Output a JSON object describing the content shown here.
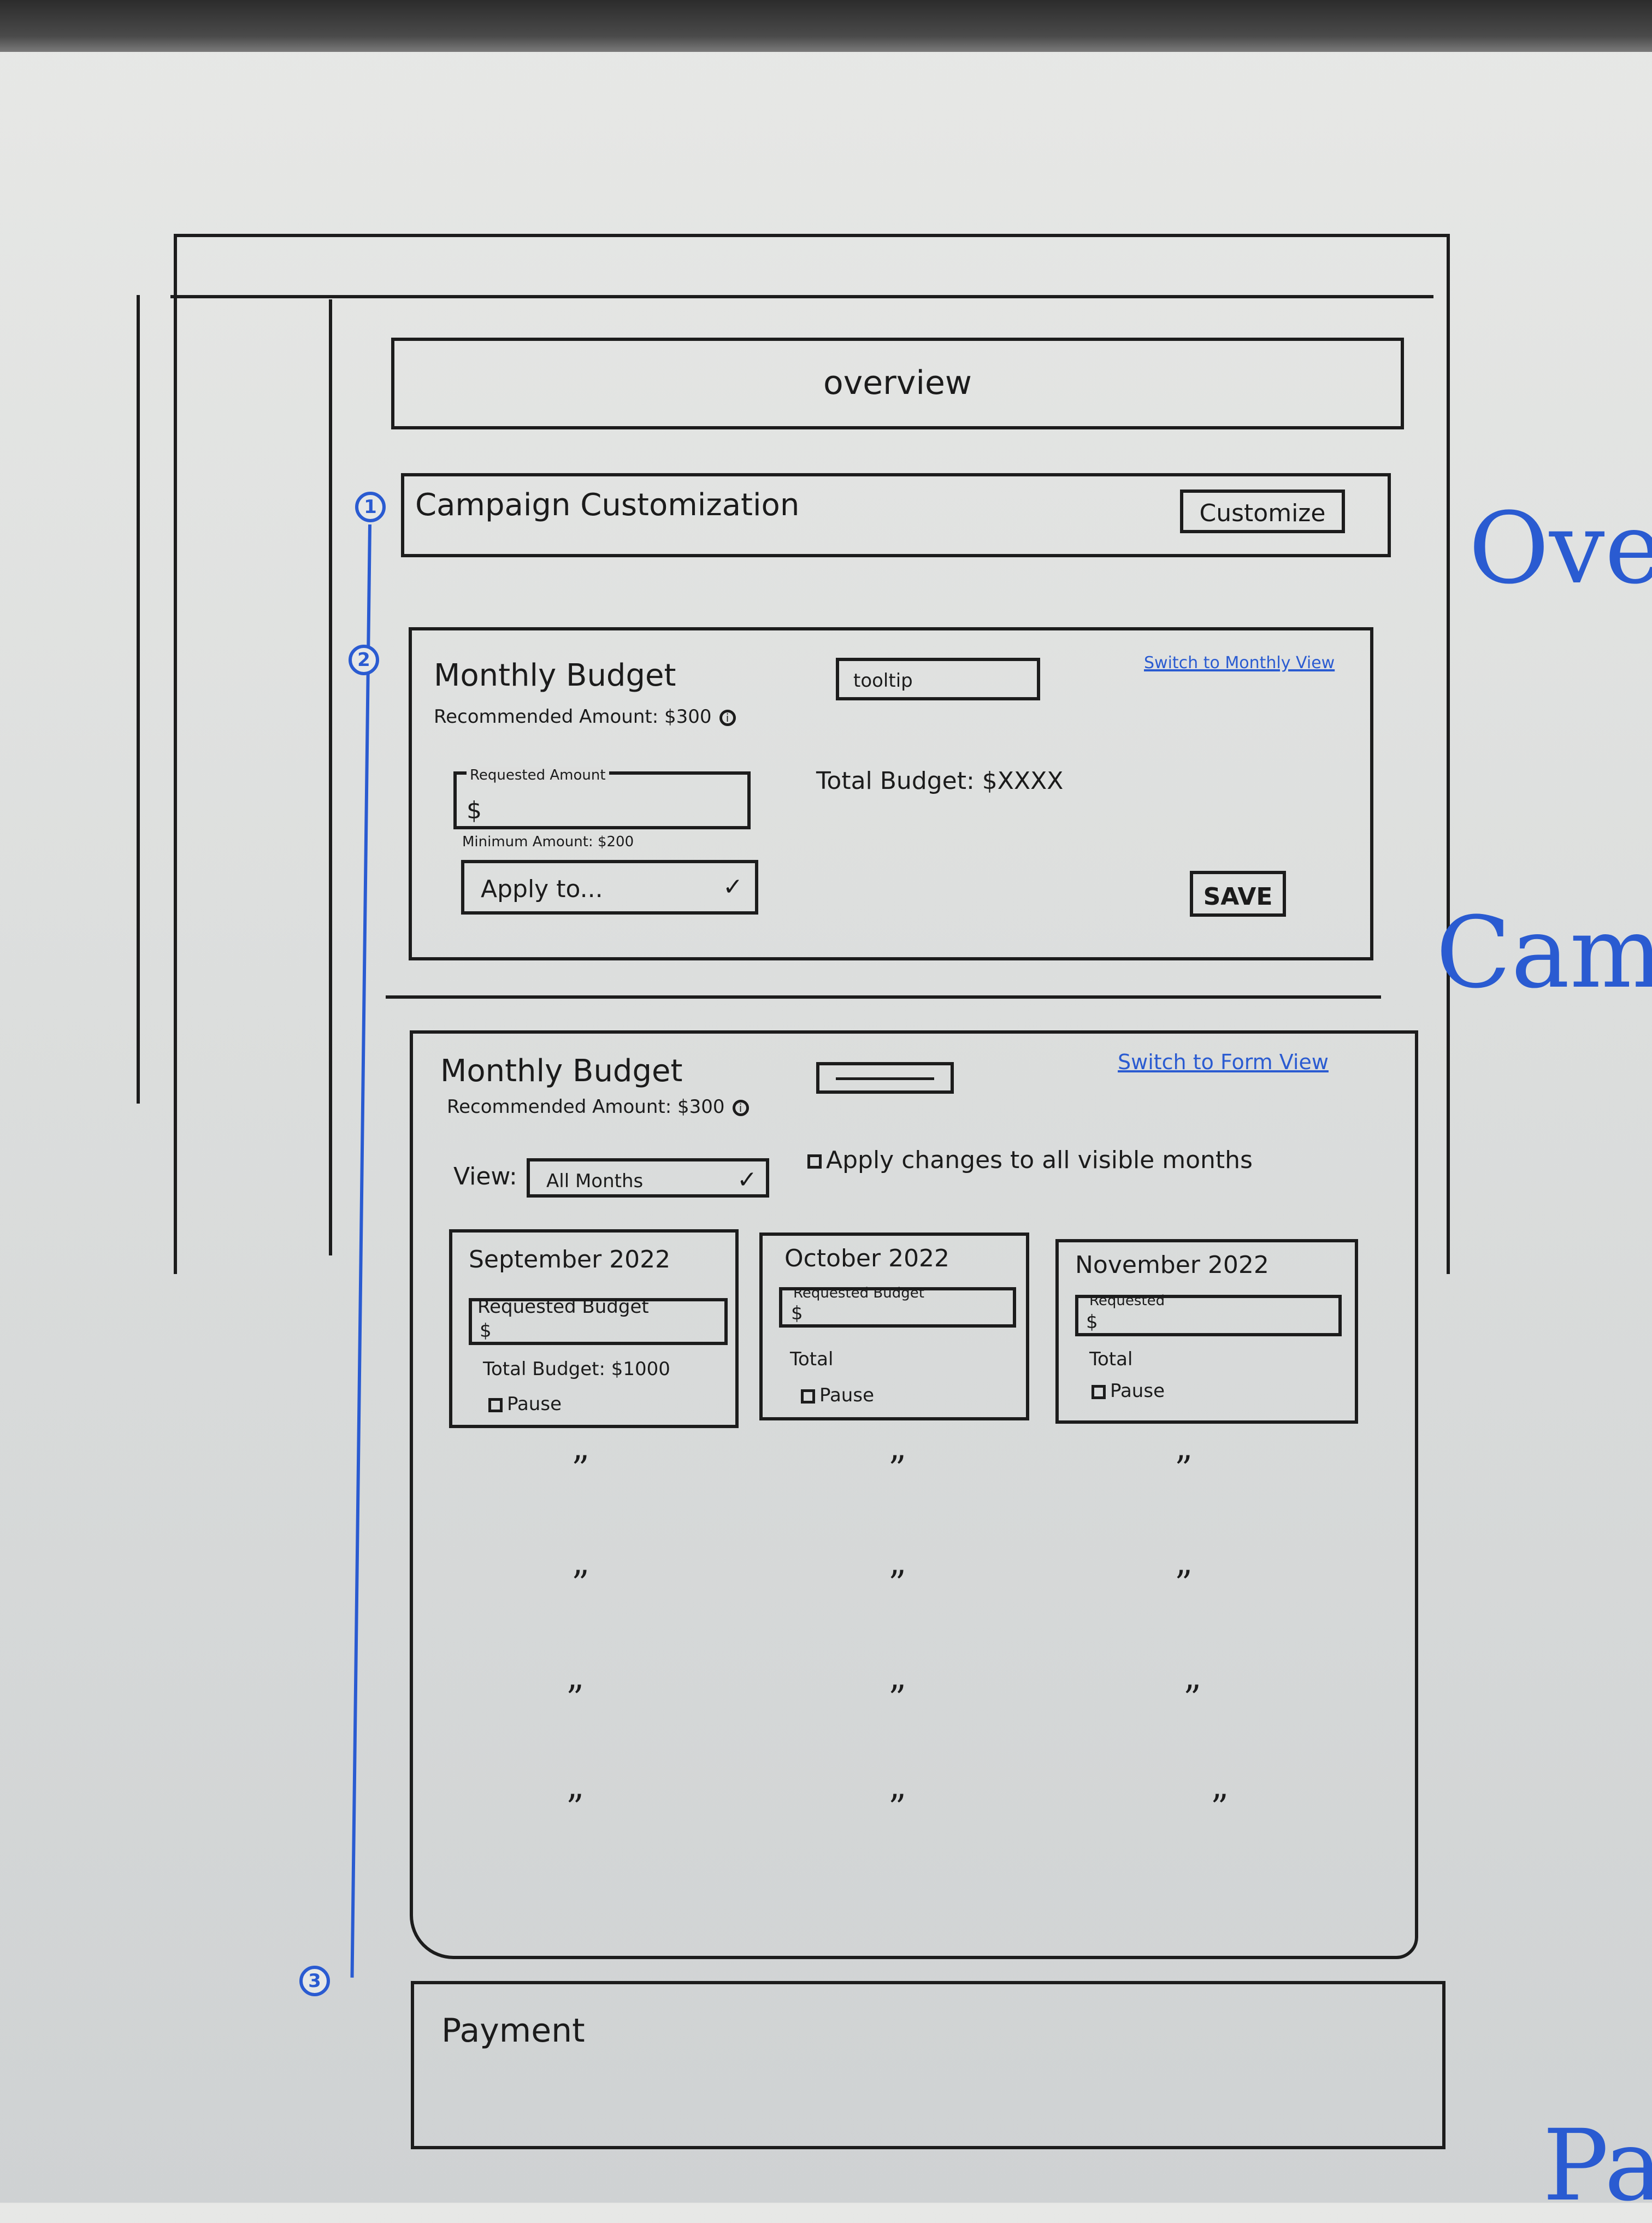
{
  "overview": {
    "title": "overview"
  },
  "campaign": {
    "title": "Campaign Customization",
    "customize_label": "Customize"
  },
  "budget_form": {
    "title": "Monthly Budget",
    "recommended": "Recommended Amount: $300",
    "tooltip": "tooltip",
    "switch_label": "Switch to Monthly View",
    "requested_label": "Requested Amount",
    "requested_prefix": "$",
    "minimum": "Minimum Amount: $200",
    "total": "Total Budget: $XXXX",
    "apply_label": "Apply to...",
    "save_label": "SAVE"
  },
  "budget_monthly": {
    "title": "Monthly Budget",
    "recommended": "Recommended Amount: $300",
    "switch_label": "Switch to Form View",
    "view_label": "View:",
    "view_value": "All Months",
    "apply_all_label": "Apply changes to all visible months",
    "months": [
      {
        "title": "September 2022",
        "requested": "Requested Budget",
        "prefix": "$",
        "total": "Total Budget: $1000",
        "pause": "Pause"
      },
      {
        "title": "October 2022",
        "requested": "Requested Budget",
        "prefix": "$",
        "total": "Total",
        "pause": "Pause"
      },
      {
        "title": "November 2022",
        "requested": "Requested",
        "prefix": "$",
        "total": "Total",
        "pause": "Pause"
      }
    ],
    "ditto_rows": [
      [
        "”",
        "”",
        "”"
      ],
      [
        "”",
        "”",
        "”"
      ],
      [
        "”",
        "”",
        "”"
      ],
      [
        "”",
        "”",
        "”"
      ]
    ]
  },
  "payment": {
    "title": "Payment"
  },
  "steps": [
    "1",
    "2",
    "3"
  ],
  "margin_notes": [
    "Ove",
    "Cam",
    "Pa"
  ],
  "colors": {
    "ink": "#1c1c1c",
    "marker_blue": "#2a5bd1",
    "board": "#dcdedd"
  }
}
